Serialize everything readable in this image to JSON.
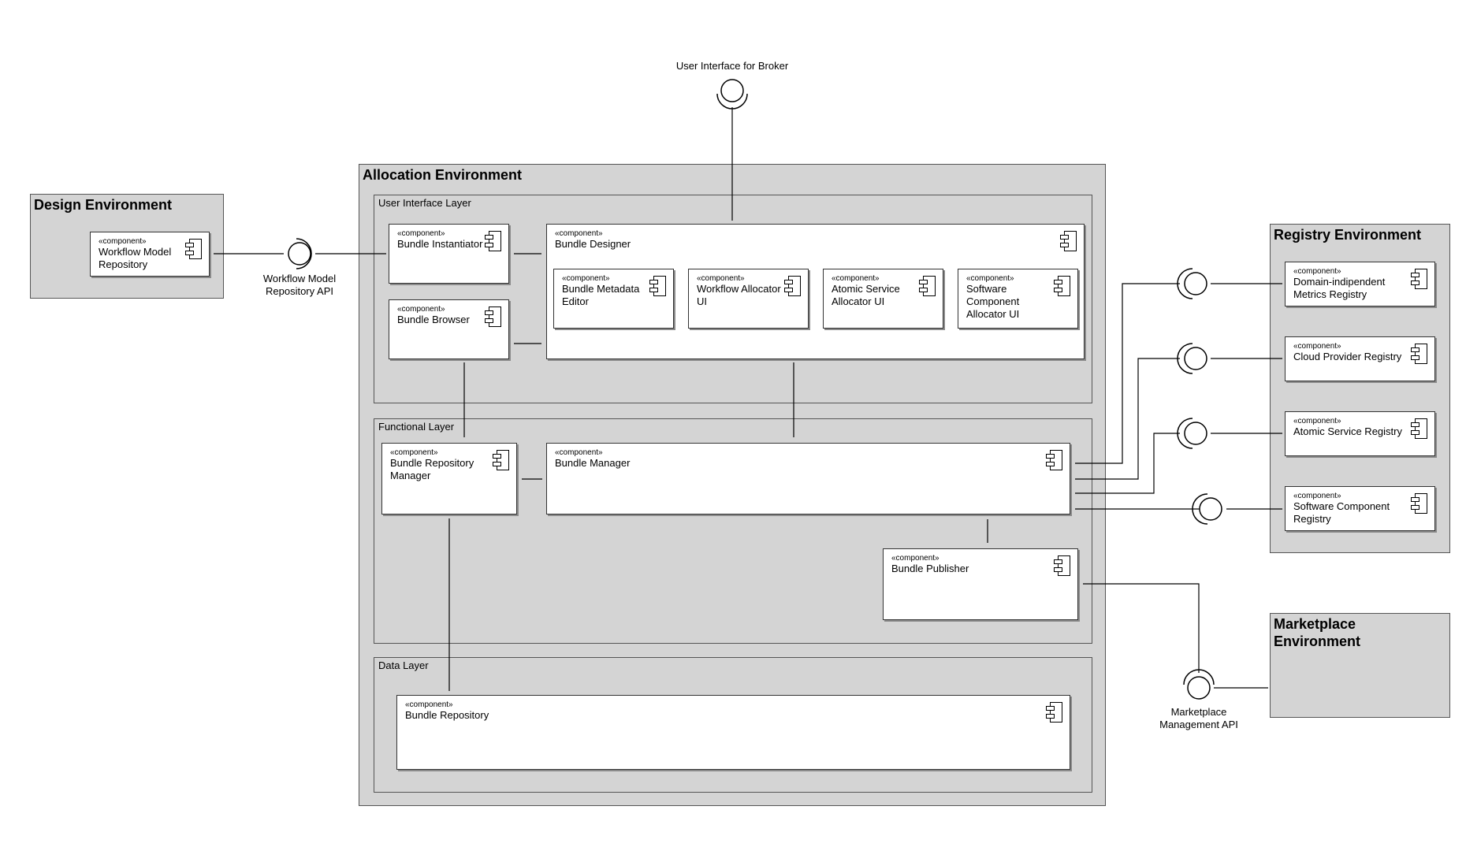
{
  "stereotype": "«component»",
  "environments": {
    "design": "Design Environment",
    "allocation": "Allocation Environment",
    "registry": "Registry Environment",
    "marketplace": "Marketplace\nEnvironment"
  },
  "layers": {
    "ui": "User Interface Layer",
    "functional": "Functional Layer",
    "data": "Data Layer"
  },
  "components": {
    "workflow_model_repository": "Workflow Model\nRepository",
    "bundle_instantiator": "Bundle Instantiator",
    "bundle_browser": "Bundle Browser",
    "bundle_designer": "Bundle Designer",
    "bundle_metadata_editor": "Bundle Metadata\nEditor",
    "workflow_allocator_ui": "Workflow Allocator\nUI",
    "atomic_service_allocator_ui": "Atomic Service\nAllocator UI",
    "software_component_allocator_ui": "Software\nComponent\nAllocator UI",
    "bundle_repository_manager": "Bundle Repository\nManager",
    "bundle_manager": "Bundle Manager",
    "bundle_publisher": "Bundle Publisher",
    "bundle_repository": "Bundle Repository",
    "domain_independent_metrics_registry": "Domain-indipendent\nMetrics Registry",
    "cloud_provider_registry": "Cloud Provider Registry",
    "atomic_service_registry": "Atomic Service Registry",
    "software_component_registry": "Software Component\nRegistry"
  },
  "interfaces": {
    "broker_ui": "User Interface for Broker",
    "workflow_model_repository_api": "Workflow Model\nRepository API",
    "marketplace_management_api": "Marketplace\nManagement API"
  }
}
